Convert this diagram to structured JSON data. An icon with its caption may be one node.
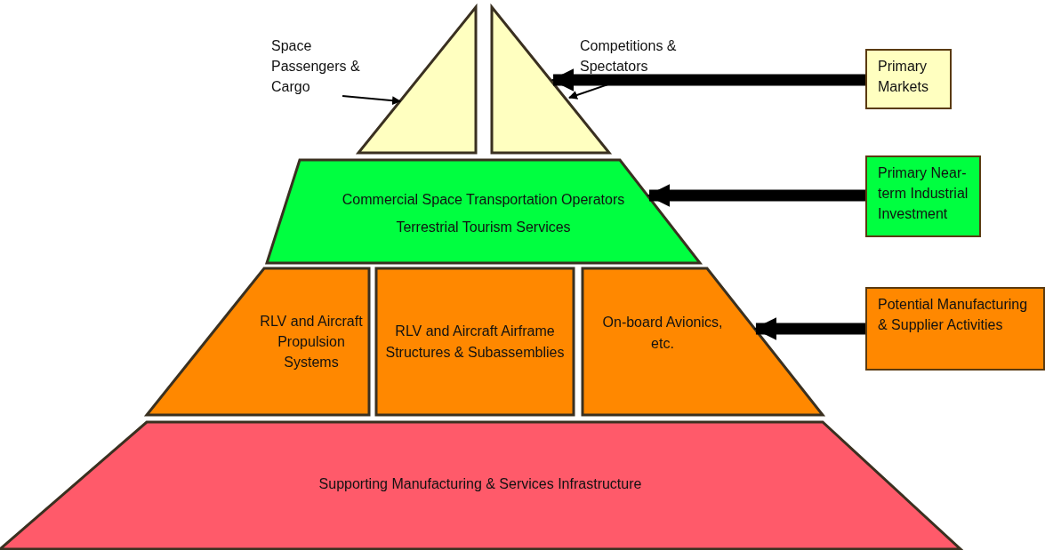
{
  "diagram": {
    "nodes": [
      {
        "text": [
          "Space Passengers & Cargo"
        ]
      },
      {
        "text": [],
        "shape": "triangle"
      },
      {
        "text": [
          "Competitions & Spectators"
        ]
      },
      {
        "text": [],
        "shape": "triangle"
      },
      {
        "text": [
          "Primary Markets"
        ]
      },
      {
        "text": [
          "Commercial Space Transportation Operators",
          "Terrestrial Tourism Services"
        ]
      },
      {
        "text": [
          "Primary Near-term Industrial Investment"
        ]
      },
      {
        "text": [
          "RLV and Aircraft Propulsion Systems"
        ]
      },
      {
        "text": [
          "RLV and Aircraft Airframe Structures & Subassemblies"
        ]
      },
      {
        "text": [
          "On-board Avionics, etc."
        ]
      },
      {
        "text": [
          "Potential Manufacturing & Supplier Activities"
        ]
      },
      {
        "text": [
          "Supporting Manufacturing & Services Infrastructure"
        ]
      }
    ],
    "edges": [
      {
        "from": 0,
        "to": 1,
        "arrow": "to"
      },
      {
        "from": 2,
        "to": 3,
        "arrow": "to"
      },
      {
        "from": 4,
        "to": 3,
        "arrow": "to"
      },
      {
        "from": 6,
        "to": 5,
        "arrow": "to"
      },
      {
        "from": 10,
        "to": 9,
        "arrow": "to"
      }
    ]
  }
}
